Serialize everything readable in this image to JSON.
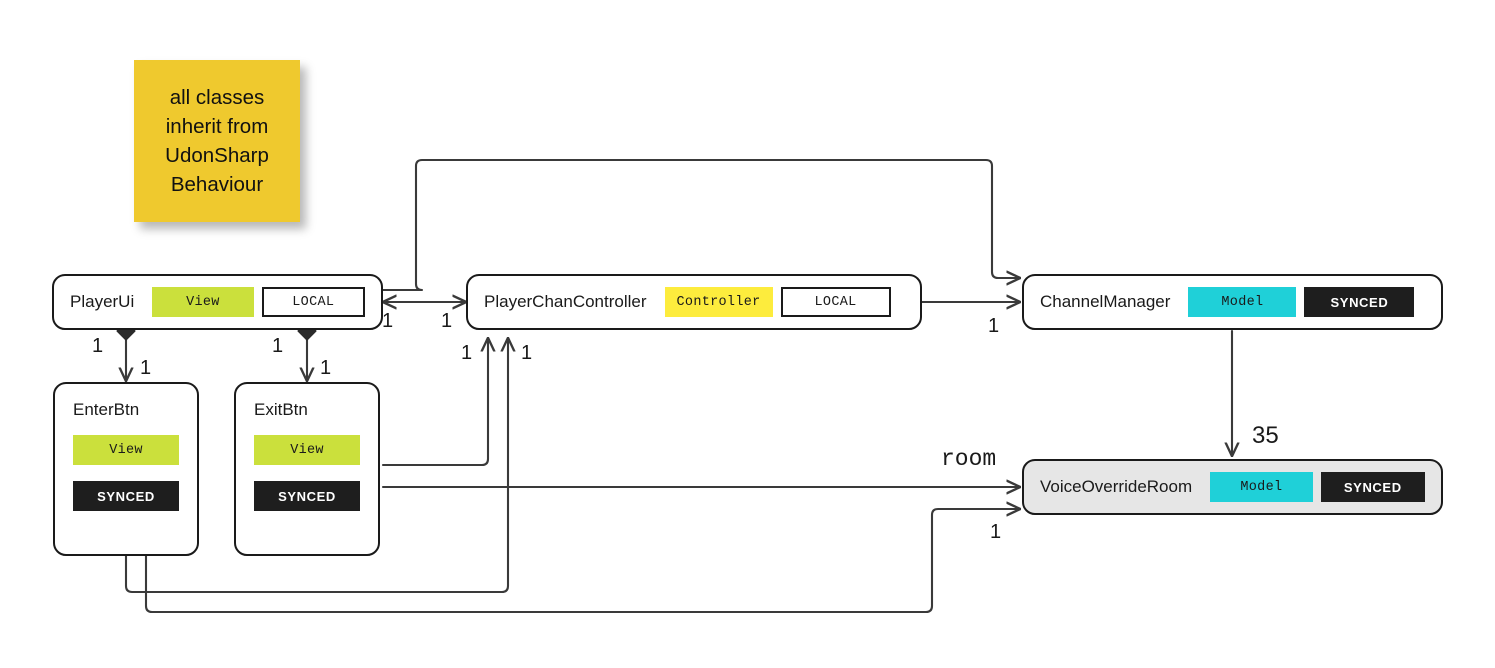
{
  "diagram": {
    "type": "uml-class-diagram",
    "background": "#ffffff",
    "stroke": "#1a1a1a"
  },
  "note": {
    "text": "all classes\ninherit from\nUdonSharp\nBehaviour",
    "color": "#efc92e"
  },
  "palette": {
    "view": "#cbe03c",
    "controller": "#fdec3d",
    "model": "#1fd0d8",
    "synced_bg": "#1e1e1e",
    "synced_fg": "#ffffff",
    "local_bg": "#ffffff",
    "note": "#efc92e",
    "filled_node": "#e6e6e6",
    "stroke": "#1a1a1a"
  },
  "nodes": [
    {
      "id": "player-ui",
      "title": "PlayerUi",
      "stereotype": "View",
      "stereotype_color": "#cbe03c",
      "sync": "LOCAL",
      "sync_kind": "local",
      "filled": false
    },
    {
      "id": "player-chan-controller",
      "title": "PlayerChanController",
      "stereotype": "Controller",
      "stereotype_color": "#fdec3d",
      "sync": "LOCAL",
      "sync_kind": "local",
      "filled": false
    },
    {
      "id": "channel-manager",
      "title": "ChannelManager",
      "stereotype": "Model",
      "stereotype_color": "#1fd0d8",
      "sync": "SYNCED",
      "sync_kind": "synced",
      "filled": false
    },
    {
      "id": "voice-override-room",
      "title": "VoiceOverrideRoom",
      "stereotype": "Model",
      "stereotype_color": "#1fd0d8",
      "sync": "SYNCED",
      "sync_kind": "synced",
      "filled": true
    },
    {
      "id": "enter-btn",
      "title": "EnterBtn",
      "stereotype": "View",
      "stereotype_color": "#cbe03c",
      "sync": "SYNCED",
      "sync_kind": "synced",
      "filled": false
    },
    {
      "id": "exit-btn",
      "title": "ExitBtn",
      "stereotype": "View",
      "stereotype_color": "#cbe03c",
      "sync": "SYNCED",
      "sync_kind": "synced",
      "filled": false
    }
  ],
  "edge_labels": {
    "ui_to_enter_src": "1",
    "ui_to_enter_dst": "1",
    "ui_to_exit_src": "1",
    "ui_to_exit_dst": "1",
    "ui_pcc_left": "1",
    "ui_pcc_right": "1",
    "pcc_bottom_left": "1",
    "pcc_bottom_right": "1",
    "pcc_to_chanmgr": "1",
    "chanmgr_to_room": "35",
    "exit_to_room_name": "room",
    "enter_to_room": "1"
  }
}
